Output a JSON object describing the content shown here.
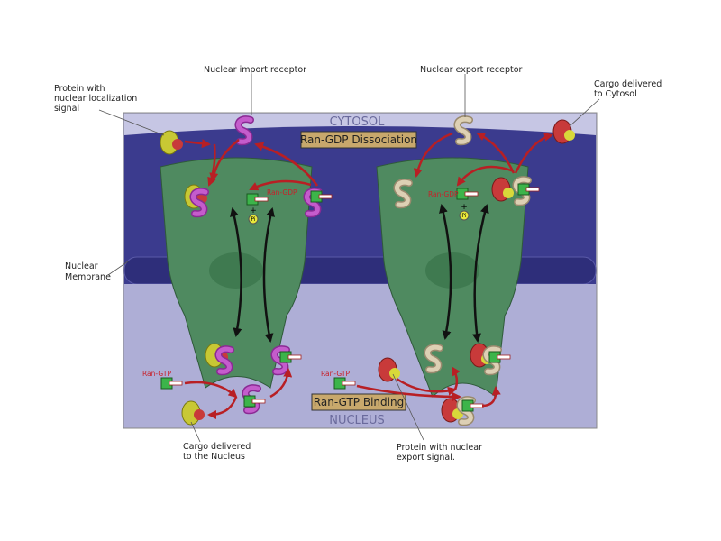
{
  "regions": {
    "top": "CYTOSOL",
    "bottom": "NUCLEUS"
  },
  "steps": {
    "top": "Ran-GDP Dissociation",
    "bottom": "Ran-GTP Binding"
  },
  "labels": {
    "nls_protein": [
      "Protein with",
      "nuclear localization",
      "signal"
    ],
    "import_receptor": "Nuclear import receptor",
    "export_receptor": "Nuclear export receptor",
    "cargo_cytosol": [
      "Cargo delivered",
      "to Cytosol"
    ],
    "membrane": [
      "Nuclear",
      "Membrane"
    ],
    "cargo_nucleus": [
      "Cargo delivered",
      "to the Nucleus"
    ],
    "nes_protein": [
      "Protein with nuclear",
      "export signal."
    ]
  },
  "molecules": {
    "ran_gdp": "Ran-GDP",
    "ran_gtp": "Ran-GTP",
    "phosphate": "Pi",
    "plus": "+"
  },
  "colors": {
    "cytosol": "#c6c6e4",
    "membrane": "#3b3b8e",
    "nucleus": "#aeaed6",
    "pore": "#4f8a60",
    "import_receptor": "#b04ab8",
    "export_receptor": "#cdbb9a",
    "cargo": "#c83a3a",
    "nls": "#c8c834",
    "ran": "#3cb44a",
    "arrow": "#b81f24"
  }
}
